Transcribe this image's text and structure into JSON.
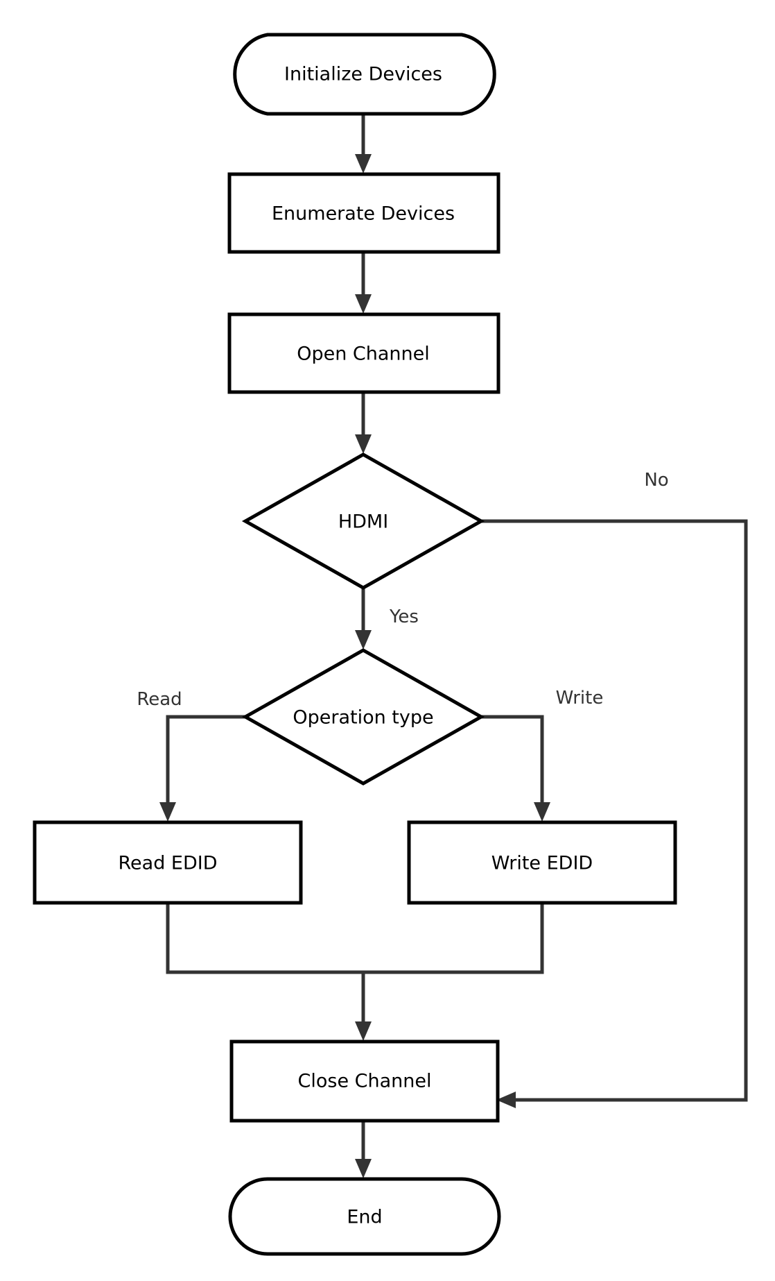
{
  "nodes": {
    "start": "Initialize Devices",
    "enumerate": "Enumerate Devices",
    "open": "Open Channel",
    "hdmi_decision": "HDMI",
    "operation_decision": "Operation type",
    "read": "Read EDID",
    "write": "Write EDID",
    "close": "Close Channel",
    "end": "End"
  },
  "edges": {
    "no": "No",
    "yes": "Yes",
    "read": "Read",
    "write": "Write"
  },
  "colors": {
    "node_stroke": "#000000",
    "connector": "#333333",
    "background": "#ffffff"
  }
}
